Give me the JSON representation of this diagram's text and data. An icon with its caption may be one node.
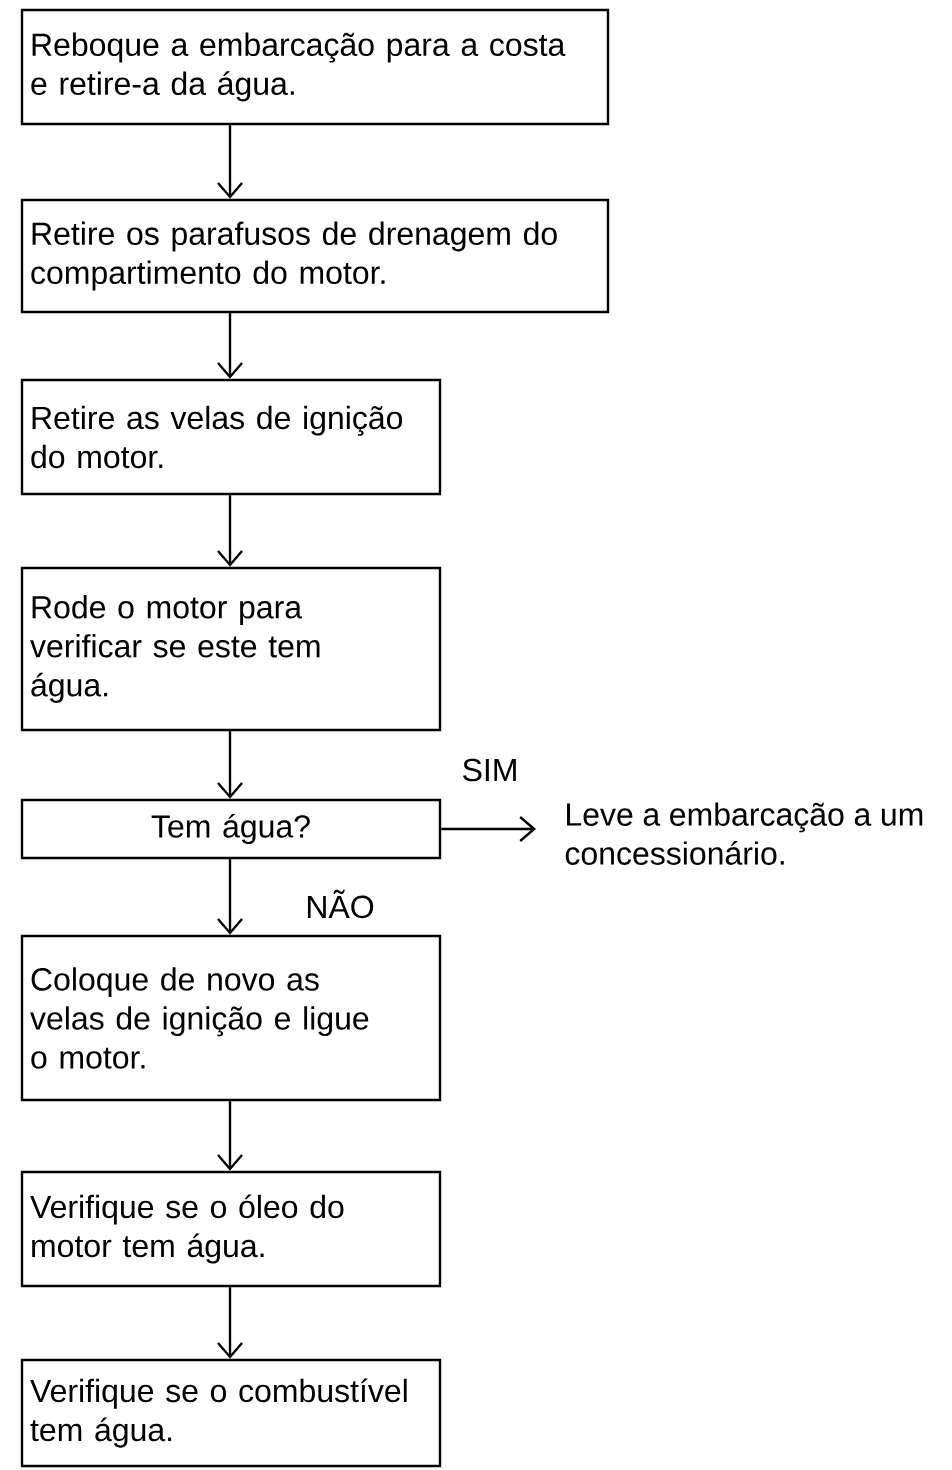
{
  "diagram": {
    "nodes": [
      {
        "text": [
          "Reboque a embarcação para a costa e retire-a da água."
        ]
      },
      {
        "text": [
          "Retire os parafusos de drenagem do compartimento do motor."
        ]
      },
      {
        "text": [
          "Retire as velas de ignição do motor."
        ]
      },
      {
        "text": [
          "Rode o motor para verificar se este tem água."
        ]
      },
      {
        "text": [
          "Tem água?"
        ]
      },
      {
        "text": [
          "Coloque de novo as velas de ignição e ligue o motor."
        ]
      },
      {
        "text": [
          "Verifique se o óleo do motor tem água."
        ]
      },
      {
        "text": [
          "Verifique se o combustível tem água."
        ]
      },
      {
        "text": [
          "Leve a embarcação a um concessionário."
        ]
      }
    ],
    "edges": [
      {
        "from": 0,
        "to": 1,
        "arrow": "to"
      },
      {
        "from": 1,
        "to": 2,
        "arrow": "to"
      },
      {
        "from": 2,
        "to": 3,
        "arrow": "to"
      },
      {
        "from": 3,
        "to": 4,
        "arrow": "to"
      },
      {
        "from": 4,
        "to": 8,
        "arrow": "to",
        "label": "SIM"
      },
      {
        "from": 4,
        "to": 5,
        "arrow": "to",
        "label": "NÃO"
      },
      {
        "from": 5,
        "to": 6,
        "arrow": "to"
      },
      {
        "from": 6,
        "to": 7,
        "arrow": "to"
      }
    ]
  }
}
